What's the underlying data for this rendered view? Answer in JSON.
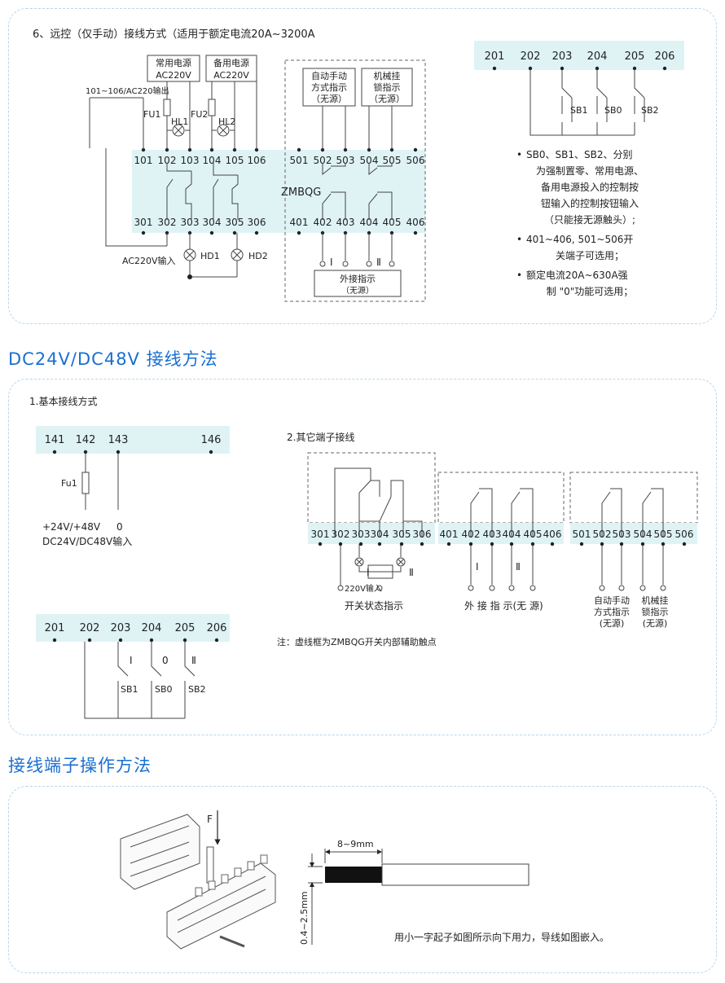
{
  "section1": {
    "title": "6、远控（仅手动）接线方式（适用于额定电流20A~3200A",
    "power_common_l1": "常用电源",
    "power_common_l2": "AC220V",
    "power_backup_l1": "备用电源",
    "power_backup_l2": "AC220V",
    "output_label": "101~106/AC220输出",
    "fu1": "FU1",
    "fu2": "FU2",
    "hl1": "HL1",
    "hl2": "HL2",
    "device": "ZMBQG",
    "terminals_top": [
      "101",
      "102",
      "103",
      "104",
      "105",
      "106",
      "501",
      "502",
      "503",
      "504",
      "505",
      "506"
    ],
    "terminals_bottom": [
      "301",
      "302",
      "303",
      "304",
      "305",
      "306",
      "401",
      "402",
      "403",
      "404",
      "405",
      "406"
    ],
    "auto_manual_l1": "自动手动",
    "auto_manual_l2": "方式指示",
    "auto_manual_l3": "（无源）",
    "mech_lock_l1": "机械挂",
    "mech_lock_l2": "锁指示",
    "mech_lock_l3": "（无源）",
    "ac_input": "AC220V输入",
    "hd1": "HD1",
    "hd2": "HD2",
    "roman_1": "Ⅰ",
    "roman_2": "Ⅱ",
    "ext_ind_l1": "外接指示",
    "ext_ind_l2": "（无源）",
    "sb_terminals": [
      "201",
      "202",
      "203",
      "204",
      "205",
      "206"
    ],
    "sb_labels": [
      "SB1",
      "SB0",
      "SB2"
    ],
    "notes": [
      [
        "SB0、SB1、SB2、分别",
        "为强制置零、常用电源、",
        "备用电源投入的控制按",
        "钮输入的控制按钮输入",
        "（只能接无源触头）;"
      ],
      [
        "401~406, 501~506开",
        "关端子可选用；"
      ],
      [
        "额定电流20A~630A强",
        "制 \"0\"功能可选用；"
      ]
    ]
  },
  "section2": {
    "heading": "DC24V/DC48V 接线方法",
    "basic_title": "1.基本接线方式",
    "basic_terminals": [
      "141",
      "142",
      "143",
      "146"
    ],
    "fu": "Fu1",
    "input_l1": "+24V/+48V",
    "input_zero": "0",
    "input_l2": "DC24V/DC48V输入",
    "other_title": "2.其它端子接线",
    "group1_terminals": [
      "301",
      "302",
      "303",
      "304",
      "305",
      "306"
    ],
    "group2_terminals": [
      "401",
      "402",
      "403",
      "404",
      "405",
      "406"
    ],
    "group3_terminals": [
      "501",
      "502",
      "503",
      "504",
      "505",
      "506"
    ],
    "v220_input": "220V输入",
    "roman_1": "Ⅰ",
    "roman_2": "Ⅱ",
    "switch_state": "开关状态指示",
    "ext_ind": "外 接 指 示(无 源)",
    "auto_l1": "自动手动",
    "auto_l2": "方式指示",
    "auto_l3": "(无源)",
    "mech_l1": "机械挂",
    "mech_l2": "锁指示",
    "mech_l3": "(无源)",
    "sb_terminals": [
      "201",
      "202",
      "203",
      "204",
      "205",
      "206"
    ],
    "sb_marks": [
      "Ⅰ",
      "0",
      "Ⅱ"
    ],
    "sb_labels": [
      "SB1",
      "SB0",
      "SB2"
    ],
    "note": "注：虚线框为ZMBQG开关内部辅助触点"
  },
  "section3": {
    "heading": "接线端子操作方法",
    "force": "F",
    "strip_len": "8~9mm",
    "wire_dia": "0.4~2.5mm",
    "instruction": "用小一字起子如图所示向下用力，导线如图嵌入。"
  },
  "colors": {
    "accent": "#1a6fd0",
    "terminal_bg": "#dff3f5",
    "panel_border": "#b9d6ea"
  }
}
